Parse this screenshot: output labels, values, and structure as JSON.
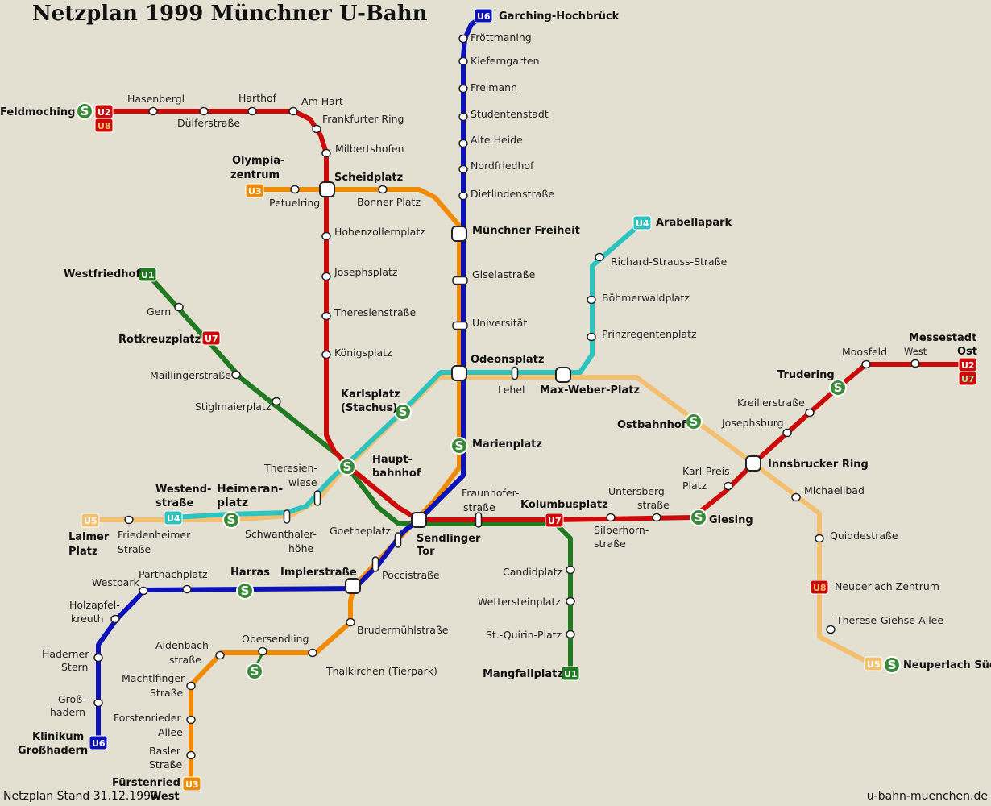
{
  "title": "Netzplan 1999 Münchner U-Bahn",
  "footer_left": "Netzplan Stand 31.12.1999",
  "footer_right": "u-bahn-muenchen.de",
  "colors": {
    "background": "#e3e0d2",
    "U1": "#217a21",
    "U2": "#cc0a0a",
    "U3": "#f08a00",
    "U4": "#2dc3be",
    "U5": "#f2c070",
    "U6": "#0d12b8",
    "U7": "#217a21",
    "U8": "#f2c070",
    "S": "#3a8a3a"
  },
  "line_badges": {
    "U1": "U1",
    "U2": "U2",
    "U3": "U3",
    "U4": "U4",
    "U5": "U5",
    "U6": "U6",
    "U7": "U7",
    "U8": "U8",
    "S": "S"
  },
  "stations": {
    "garching_hochbrueck": "Garching-Hochbrück",
    "froettmaning": "Fröttmaning",
    "kieferngarten": "Kieferngarten",
    "freimann": "Freimann",
    "studentenstadt": "Studentenstadt",
    "alte_heide": "Alte Heide",
    "nordfriedhof": "Nordfriedhof",
    "dietlindenstrasse": "Dietlindenstraße",
    "muenchner_freiheit": "Münchner Freiheit",
    "giselastrasse": "Giselastraße",
    "universitaet": "Universität",
    "odeonsplatz": "Odeonsplatz",
    "marienplatz": "Marienplatz",
    "sendlinger_tor_1": "Sendlinger",
    "sendlinger_tor_2": "Tor",
    "goetheplatz": "Goetheplatz",
    "poccistrasse": "Poccistraße",
    "implerstrasse": "Implerstraße",
    "harras": "Harras",
    "partnachplatz": "Partnachplatz",
    "westpark": "Westpark",
    "holzapfelkreuth_1": "Holzapfel-",
    "holzapfelkreuth_2": "kreuth",
    "haderner_stern_1": "Haderner",
    "haderner_stern_2": "Stern",
    "grosshadern_1": "Groß-",
    "grosshadern_2": "hadern",
    "klinikum_1": "Klinikum",
    "klinikum_2": "Großhadern",
    "feldmoching": "Feldmoching",
    "hasenbergl": "Hasenbergl",
    "duelferstrasse": "Dülferstraße",
    "harthof": "Harthof",
    "am_hart": "Am Hart",
    "frankfurter_ring": "Frankfurter Ring",
    "milbertshofen": "Milbertshofen",
    "scheidplatz": "Scheidplatz",
    "hohenzollernplatz": "Hohenzollernplatz",
    "josephsplatz": "Josephsplatz",
    "theresienstrasse": "Theresienstraße",
    "koenigsplatz": "Königsplatz",
    "hauptbahnhof_1": "Haupt-",
    "hauptbahnhof_2": "bahnhof",
    "karlsplatz_1": "Karlsplatz",
    "karlsplatz_2": "(Stachus)",
    "olympiazentrum_1": "Olympia-",
    "olympiazentrum_2": "zentrum",
    "petuelring": "Petuelring",
    "bonner_platz": "Bonner Platz",
    "westfriedhof": "Westfriedhof",
    "gern": "Gern",
    "rotkreuzplatz": "Rotkreuzplatz",
    "maillingerstrasse": "Maillingerstraße",
    "stiglmaierplatz": "Stiglmaierplatz",
    "arabellapark": "Arabellapark",
    "richard_strauss": "Richard-Strauss-Straße",
    "boehmerwaldplatz": "Böhmerwaldplatz",
    "prinzregentenplatz": "Prinzregentenplatz",
    "lehel": "Lehel",
    "max_weber_platz": "Max-Weber-Platz",
    "theresienwiese_1": "Theresien-",
    "theresienwiese_2": "wiese",
    "heimeranplatz_1": "Heimeran-",
    "heimeranplatz_2": "platz",
    "westendstrasse_1": "Westend-",
    "westendstrasse_2": "straße",
    "schwanthalerhoehe_1": "Schwanthaler-",
    "schwanthalerhoehe_2": "höhe",
    "friedenheimer_1": "Friedenheimer",
    "friedenheimer_2": "Straße",
    "laimer_platz_1": "Laimer",
    "laimer_platz_2": "Platz",
    "ostbahnhof": "Ostbahnhof",
    "innsbrucker_ring": "Innsbrucker Ring",
    "michaelibad": "Michaelibad",
    "quiddestrasse": "Quiddestraße",
    "neuperlach_zentrum": "Neuperlach Zentrum",
    "therese_giehse": "Therese-Giehse-Allee",
    "neuperlach_sued": "Neuperlach Süd",
    "trudering": "Trudering",
    "moosfeld": "Moosfeld",
    "messestadt_1": "Messestadt",
    "messestadt_west": "West",
    "messestadt_ost": "Ost",
    "kreillerstrasse": "Kreillerstraße",
    "josephsburg": "Josephsburg",
    "karl_preis_1": "Karl-Preis-",
    "karl_preis_2": "Platz",
    "giesing": "Giesing",
    "untersberg_1": "Untersberg-",
    "untersberg_2": "straße",
    "silberhorn_1": "Silberhorn-",
    "silberhorn_2": "straße",
    "kolumbusplatz": "Kolumbusplatz",
    "fraunhofer_1": "Fraunhofer-",
    "fraunhofer_2": "straße",
    "candidplatz": "Candidplatz",
    "wettersteinplatz": "Wettersteinplatz",
    "st_quirin": "St.-Quirin-Platz",
    "mangfallplatz": "Mangfallplatz",
    "brudermuehl": "Brudermühlstraße",
    "thalkirchen": "Thalkirchen (Tierpark)",
    "obersendling": "Obersendling",
    "aidenbach_1": "Aidenbach-",
    "aidenbach_2": "straße",
    "machtlfinger_1": "Machtlfinger",
    "machtlfinger_2": "Straße",
    "forstenrieder_1": "Forstenrieder",
    "forstenrieder_2": "Allee",
    "basler_1": "Basler",
    "basler_2": "Straße",
    "fuerstenried_1": "Fürstenried",
    "fuerstenried_2": "West"
  }
}
